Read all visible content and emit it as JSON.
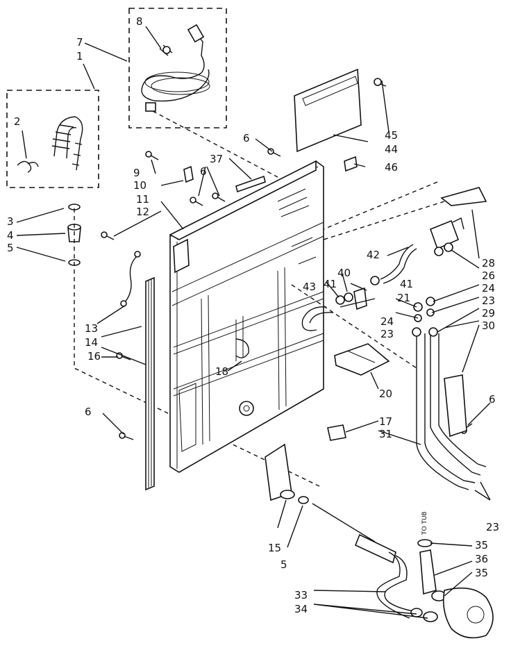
{
  "labels": {
    "l1": "1",
    "l2": "2",
    "l3": "3",
    "l4": "4",
    "l5a": "5",
    "l5b": "5",
    "l6a": "6",
    "l6b": "6",
    "l6c": "6",
    "l6d": "6",
    "l7": "7",
    "l8": "8",
    "l9": "9",
    "l10": "10",
    "l11": "11",
    "l12": "12",
    "l13": "13",
    "l14": "14",
    "l15": "15",
    "l16": "16",
    "l17": "17",
    "l18": "18",
    "l20": "20",
    "l21": "21",
    "l23a": "23",
    "l23b": "23",
    "l23c": "23",
    "l24a": "24",
    "l24b": "24",
    "l26": "26",
    "l28": "28",
    "l29": "29",
    "l30": "30",
    "l31": "31",
    "l33": "33",
    "l34": "34",
    "l35a": "35",
    "l35b": "35",
    "l36": "36",
    "l37": "37",
    "l40": "40",
    "l41a": "41",
    "l41b": "41",
    "l42": "42",
    "l43": "43",
    "l44": "44",
    "l45": "45",
    "l46": "46"
  },
  "annotations": {
    "to_tub": "TO TUB"
  }
}
